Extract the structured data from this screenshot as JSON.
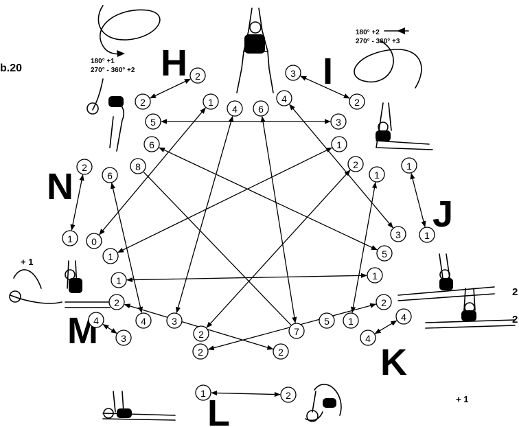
{
  "figure_label": "b.20",
  "groups": [
    {
      "letter": "H",
      "rules": [
        "180° +1",
        "270° - 360° +2"
      ]
    },
    {
      "letter": "I",
      "rules": [
        "180° +2",
        "270° - 360° +3"
      ]
    },
    {
      "letter": "J"
    },
    {
      "letter": "K",
      "bonus": "+ 1",
      "side_marks": [
        "2",
        "2"
      ]
    },
    {
      "letter": "L"
    },
    {
      "letter": "M",
      "bonus": "+ 1"
    },
    {
      "letter": "N"
    }
  ],
  "nodes": [
    {
      "id": "h2",
      "label": "2"
    },
    {
      "id": "h1",
      "label": "1"
    },
    {
      "id": "h2b",
      "label": "2"
    },
    {
      "id": "t4",
      "label": "4"
    },
    {
      "id": "t6",
      "label": "6"
    },
    {
      "id": "t4b",
      "label": "4"
    },
    {
      "id": "i3",
      "label": "3"
    },
    {
      "id": "i2",
      "label": "2"
    },
    {
      "id": "l5",
      "label": "5"
    },
    {
      "id": "r3",
      "label": "3"
    },
    {
      "id": "l6",
      "label": "6"
    },
    {
      "id": "r1",
      "label": "1"
    },
    {
      "id": "n2",
      "label": "2"
    },
    {
      "id": "a6",
      "label": "6"
    },
    {
      "id": "a8",
      "label": "8"
    },
    {
      "id": "r2",
      "label": "2"
    },
    {
      "id": "j1a",
      "label": "1"
    },
    {
      "id": "j1b",
      "label": "1"
    },
    {
      "id": "n1",
      "label": "1"
    },
    {
      "id": "a0",
      "label": "0"
    },
    {
      "id": "r3b",
      "label": "3"
    },
    {
      "id": "j1c",
      "label": "1"
    },
    {
      "id": "l1a",
      "label": "1"
    },
    {
      "id": "r5",
      "label": "5"
    },
    {
      "id": "l1b",
      "label": "1"
    },
    {
      "id": "r1b",
      "label": "1"
    },
    {
      "id": "l2",
      "label": "2"
    },
    {
      "id": "r2b",
      "label": "2"
    },
    {
      "id": "m4",
      "label": "4"
    },
    {
      "id": "b4",
      "label": "4"
    },
    {
      "id": "b3",
      "label": "3"
    },
    {
      "id": "b2",
      "label": "2"
    },
    {
      "id": "b7",
      "label": "7"
    },
    {
      "id": "b5",
      "label": "5"
    },
    {
      "id": "b1",
      "label": "1"
    },
    {
      "id": "k4",
      "label": "4"
    },
    {
      "id": "m3",
      "label": "3"
    },
    {
      "id": "b2b",
      "label": "2"
    },
    {
      "id": "b2c",
      "label": "2"
    },
    {
      "id": "k4b",
      "label": "4"
    },
    {
      "id": "lo1",
      "label": "1"
    },
    {
      "id": "lo2",
      "label": "2"
    }
  ]
}
